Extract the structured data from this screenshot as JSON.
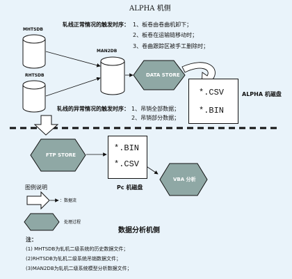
{
  "titles": {
    "top": "ALPHA 机侧",
    "bottom": "数据分析机侧"
  },
  "databases": {
    "mhtsdb": "MHTSDB",
    "rhtsdb": "RHTSDB",
    "man2db": "MAN2DB"
  },
  "normal_order": {
    "heading": "轧线正常情况的触发时序：",
    "items": [
      "1、板卷由卷曲机卸下；",
      "2、板卷在运输链移动时；",
      "3、卷曲跟踪区被手工删除时；"
    ]
  },
  "abnormal_order": {
    "heading": "轧线的异常情况的触发时序：",
    "items": [
      "1、吊销全部数据；",
      "2、吊销部分数据；"
    ]
  },
  "data_store": "DATA STORE",
  "alpha_disk": {
    "label": "ALPHA 机磁盘",
    "files": [
      "*.CSV",
      "*.BIN"
    ]
  },
  "ftp_store": "FTP STORE",
  "pc_disk": {
    "label": "Pc 机磁盘",
    "files": [
      "*.BIN",
      "*.CSV"
    ]
  },
  "vba": "VBA 分析",
  "legend": {
    "title": "图例说明",
    "data_flow": "：数据流",
    "process": "处理过程"
  },
  "notes": {
    "heading": "注：",
    "items": [
      "(1) MHTSDB为轧机二级系统的历史数据文件；",
      "(2)RHTSDB为轧机二级系统吊销数据文件；",
      "(3)MAN2DB为轧机二级系统模型分析数据文件；"
    ]
  }
}
